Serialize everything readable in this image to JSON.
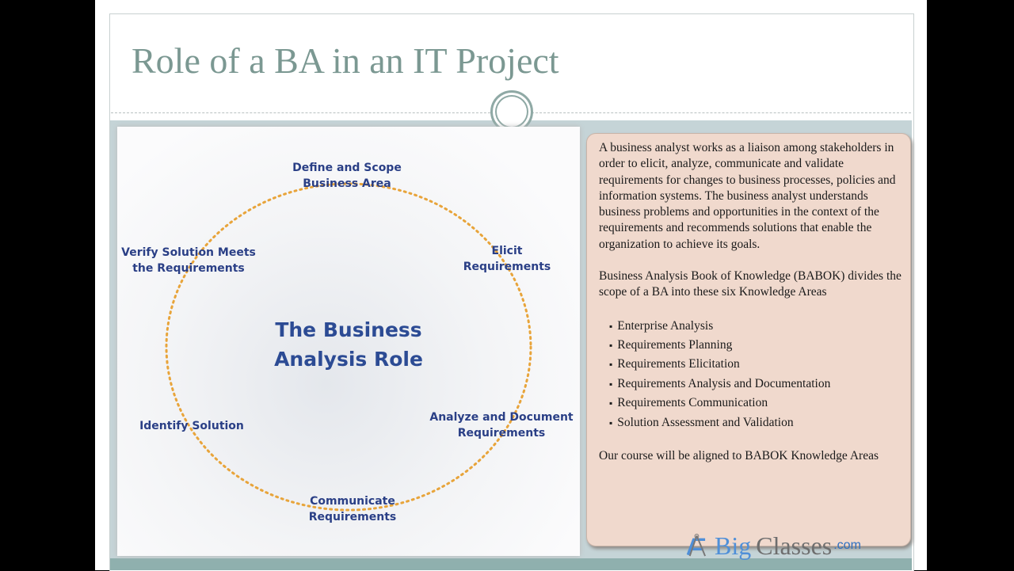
{
  "title": "Role of a BA in an IT Project",
  "diagram": {
    "center": [
      "The Business",
      "Analysis Role"
    ],
    "nodes": [
      {
        "lines": [
          "Define and Scope",
          "Business Area"
        ]
      },
      {
        "lines": [
          "Elicit",
          "Requirements"
        ]
      },
      {
        "lines": [
          "Analyze and Document",
          "Requirements"
        ]
      },
      {
        "lines": [
          "Communicate",
          "Requirements"
        ]
      },
      {
        "lines": [
          "Identify Solution"
        ]
      },
      {
        "lines": [
          "Verify Solution Meets",
          "the Requirements"
        ]
      }
    ],
    "ring_color": "#e8a43a"
  },
  "text": {
    "para1": "A business analyst works as a liaison among stakeholders in order to elicit, analyze, communicate and validate requirements for changes to business processes, policies and information systems. The business analyst understands business problems and opportunities in the context of the requirements and recommends solutions that enable the organization to achieve its goals.",
    "para2": "Business Analysis Book of Knowledge (BABOK) divides the scope of a BA into these six Knowledge Areas",
    "areas": [
      "Enterprise Analysis",
      "Requirements Planning",
      "Requirements Elicitation",
      "Requirements Analysis and Documentation",
      "Requirements Communication",
      "Solution Assessment and Validation"
    ],
    "para3": "Our course will be aligned to BABOK Knowledge Areas"
  },
  "logo": {
    "big": "Big",
    "classes": "Classes",
    "com": ".com"
  }
}
